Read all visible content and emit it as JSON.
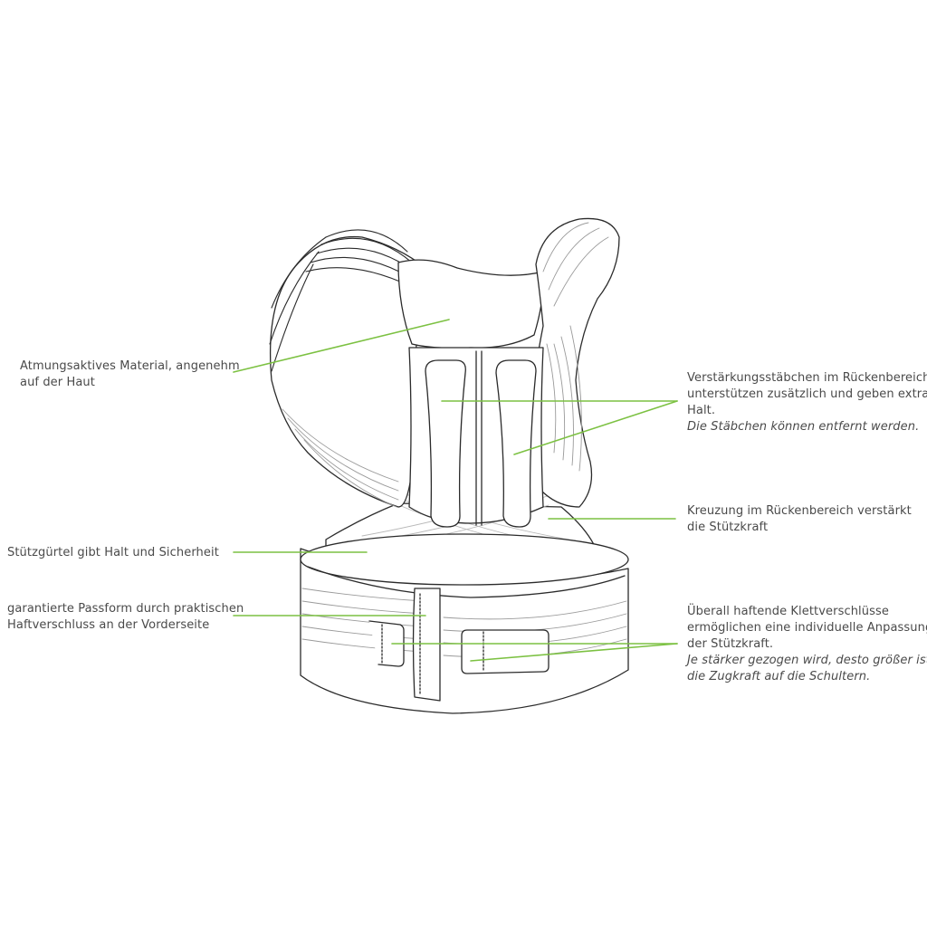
{
  "accent_color": "#7cc142",
  "line_color": "#2b2b2b",
  "annotations": {
    "material": {
      "lines": [
        "Atmungsaktives Material, angenehm",
        "auf der Haut"
      ]
    },
    "reinforcement": {
      "lines": [
        "Verstärkungsstäbchen im Rückenbereich",
        "unterstützen zusätzlich und geben extra",
        "Halt."
      ],
      "note": "Die Stäbchen können entfernt werden."
    },
    "crossing": {
      "lines": [
        "Kreuzung im Rückenbereich verstärkt",
        "die Stützkraft"
      ]
    },
    "belt": {
      "lines": [
        "Stützgürtel gibt Halt und Sicherheit"
      ]
    },
    "fit": {
      "lines": [
        "garantierte Passform durch praktischen",
        "Haftverschluss an der Vorderseite"
      ]
    },
    "velcro": {
      "lines": [
        "Überall haftende Klettverschlüsse",
        "ermöglichen eine individuelle Anpassung",
        "der Stützkraft."
      ],
      "note_lines": [
        "Je stärker gezogen wird, desto größer ist",
        "die Zugkraft auf die Schultern."
      ]
    }
  }
}
